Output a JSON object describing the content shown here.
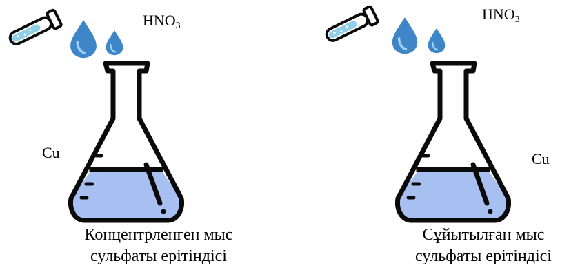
{
  "panels": [
    {
      "formula_main": "HNO",
      "formula_sub": "3",
      "metal": "Cu",
      "caption_line1": "Концентрленген мыс",
      "caption_line2": "сульфаты ерітіндісі",
      "liquid_level": 0.5
    },
    {
      "formula_main": "HNO",
      "formula_sub": "3",
      "metal": "Cu",
      "caption_line1": "Сұйытылған  мыс",
      "caption_line2": "сульфаты ерітіндісі",
      "liquid_level": 0.5
    }
  ],
  "colors": {
    "outline": "#0a0a0a",
    "liquid": "#a8bff2",
    "tube_liquid": "#8fd0e8",
    "drop": "#3f86c8",
    "drop_highlight": "#9fd2f2"
  },
  "icons": [
    "test-tube-icon",
    "droplet-icon",
    "conical-flask-icon"
  ]
}
